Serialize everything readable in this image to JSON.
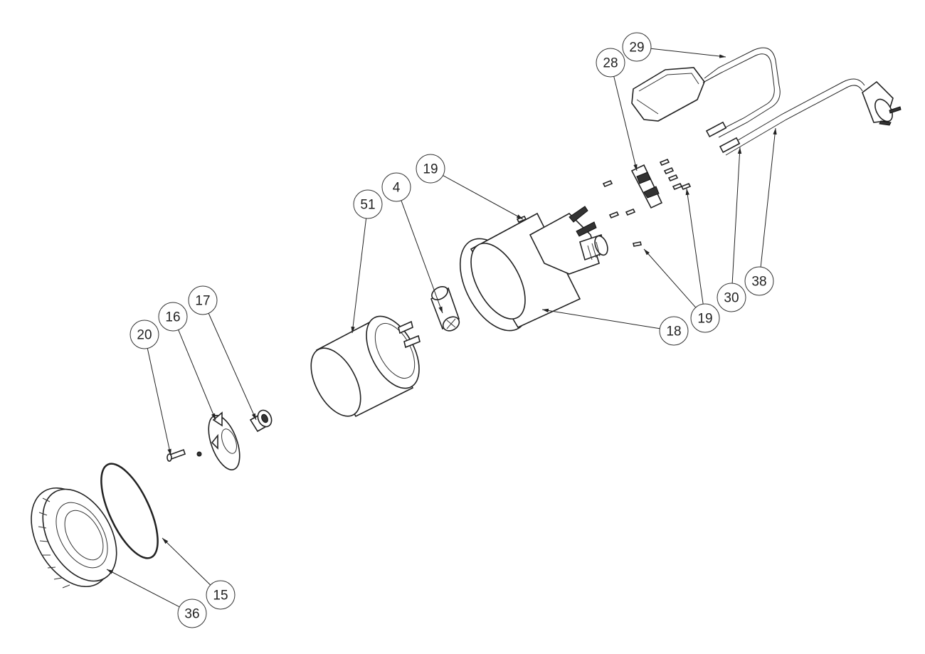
{
  "diagram": {
    "type": "exploded-parts-view",
    "callouts": [
      {
        "id": "c29",
        "label": "29"
      },
      {
        "id": "c28",
        "label": "28"
      },
      {
        "id": "c19a",
        "label": "19"
      },
      {
        "id": "c4",
        "label": "4"
      },
      {
        "id": "c51",
        "label": "51"
      },
      {
        "id": "c17",
        "label": "17"
      },
      {
        "id": "c16",
        "label": "16"
      },
      {
        "id": "c20",
        "label": "20"
      },
      {
        "id": "c19b",
        "label": "19"
      },
      {
        "id": "c18",
        "label": "18"
      },
      {
        "id": "c30",
        "label": "30"
      },
      {
        "id": "c38",
        "label": "38"
      },
      {
        "id": "c15",
        "label": "15"
      },
      {
        "id": "c36",
        "label": "36"
      }
    ]
  }
}
